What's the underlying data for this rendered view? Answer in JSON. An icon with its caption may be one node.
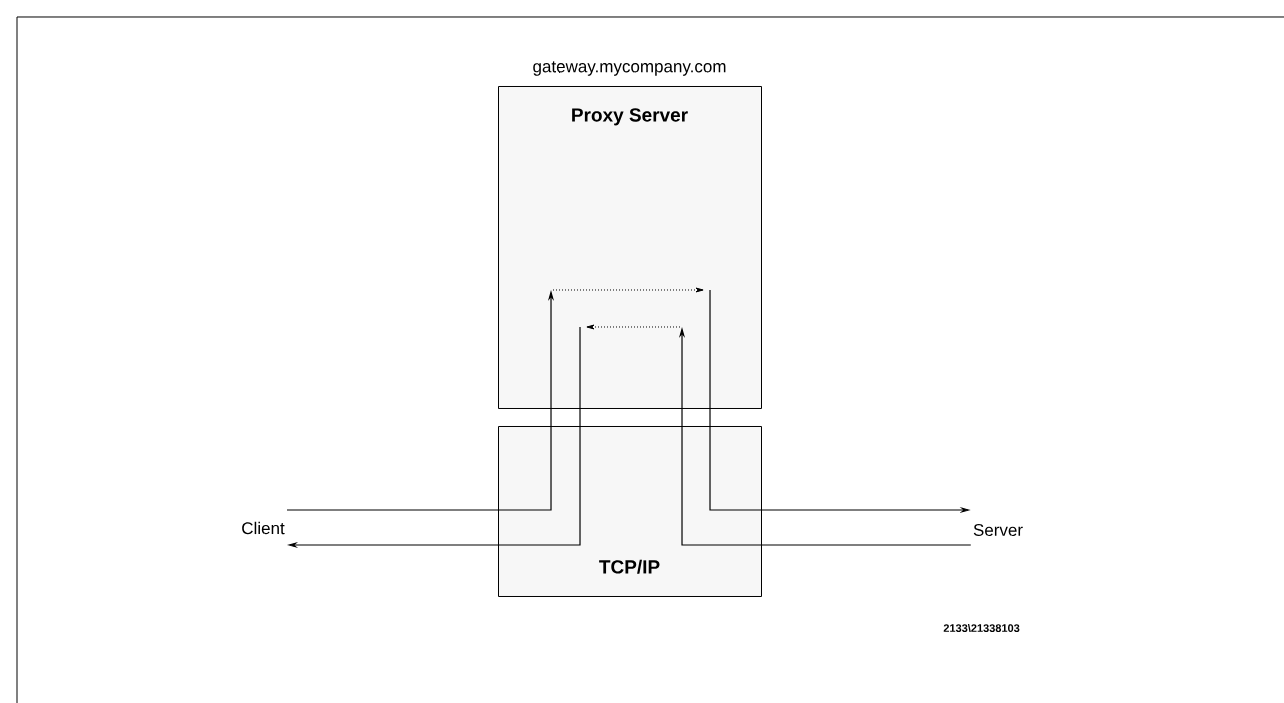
{
  "diagram": {
    "nodes": [
      {
        "text": [
          "gateway.mycompany.com",
          "Proxy Server"
        ]
      },
      {
        "text": [
          "TCP/IP"
        ]
      },
      {
        "text": [
          "Client"
        ]
      },
      {
        "text": [
          "Server"
        ]
      }
    ],
    "edges": [
      {
        "from": 2,
        "to": 1,
        "arrow": "none"
      },
      {
        "from": 1,
        "to": 0,
        "arrow": "to"
      },
      {
        "from": 0,
        "to": 1,
        "arrow": "none"
      },
      {
        "from": 1,
        "to": 3,
        "arrow": "to"
      },
      {
        "from": 3,
        "to": 1,
        "arrow": "none"
      },
      {
        "from": 1,
        "to": 0,
        "arrow": "to"
      },
      {
        "from": 0,
        "to": 1,
        "arrow": "none"
      },
      {
        "from": 1,
        "to": 2,
        "arrow": "to"
      }
    ],
    "labels": [
      "2133\\21338103"
    ]
  }
}
